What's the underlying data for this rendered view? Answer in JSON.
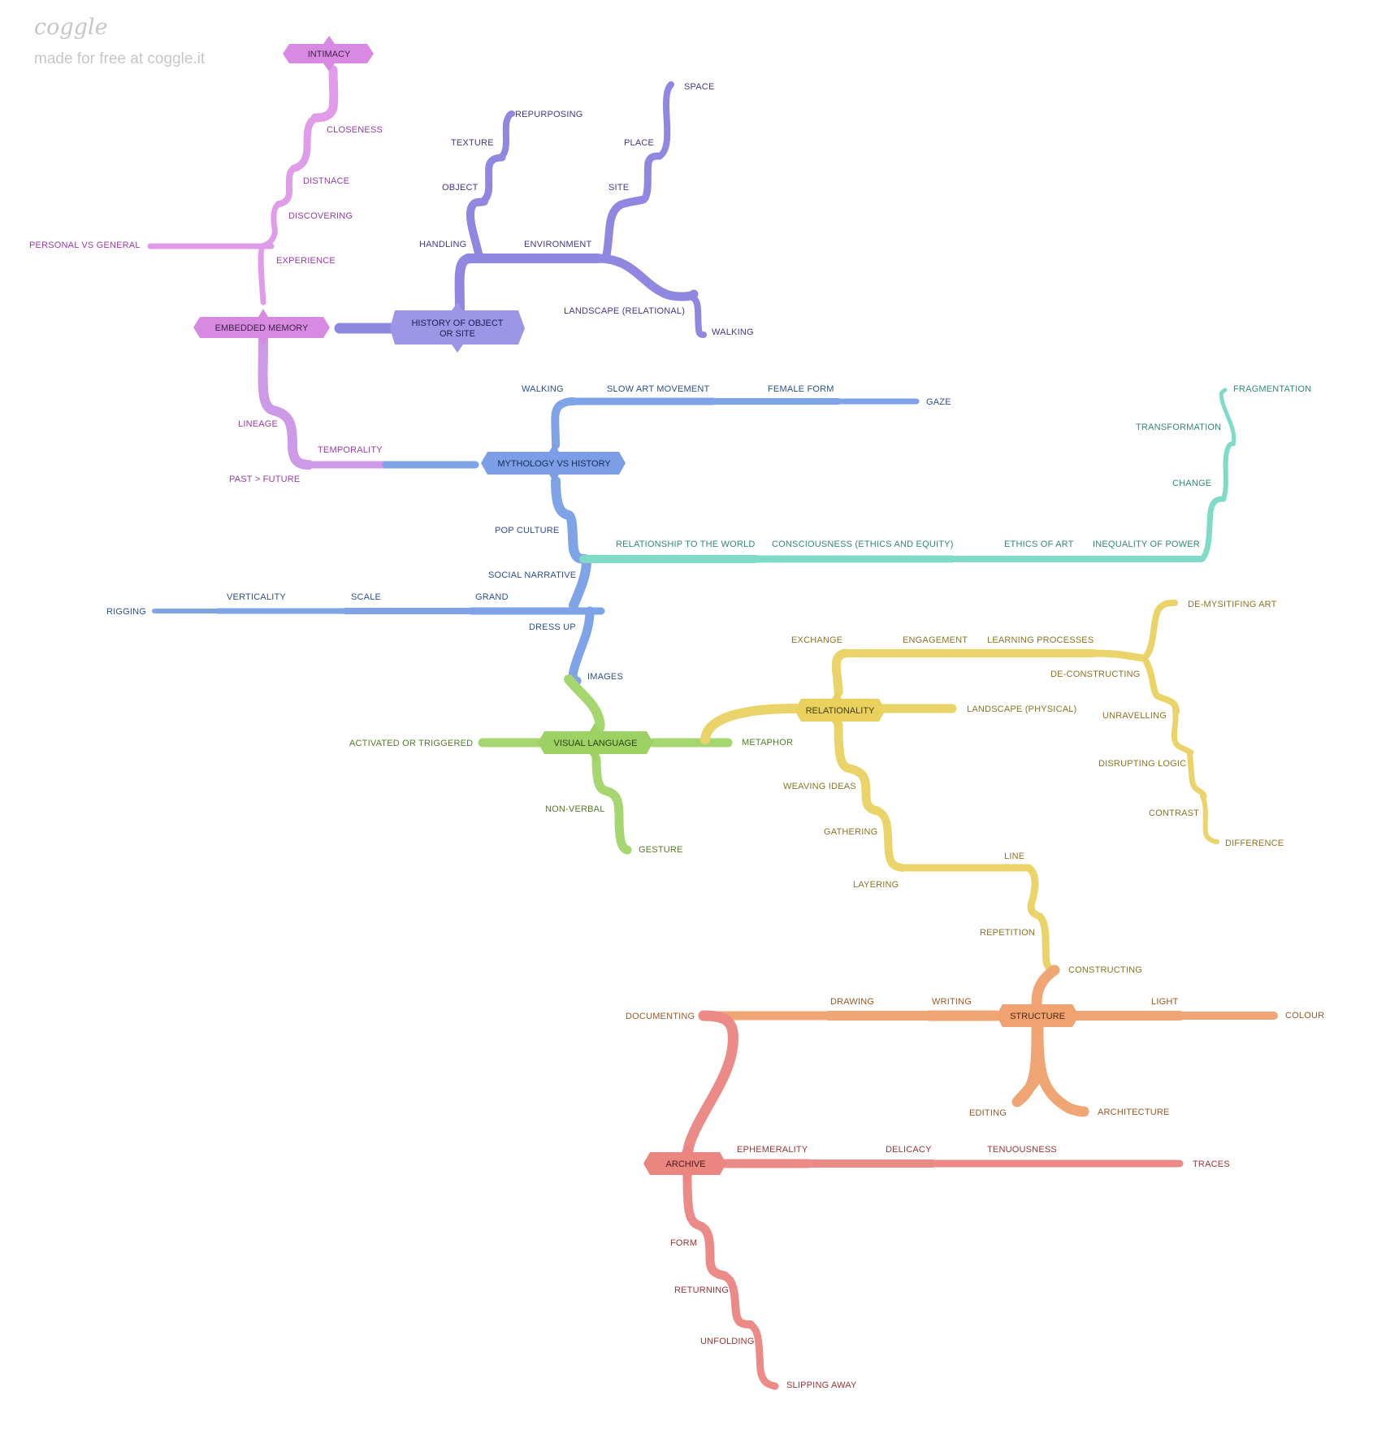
{
  "brand": {
    "name": "coggle",
    "tagline": "made for free at coggle.it"
  },
  "colors": {
    "pink": "#e09ce8",
    "pinkDark": "#d88ae2",
    "pinkText": "#9a3aa8",
    "lilac": "#cc9ae6",
    "purple": "#8f87e0",
    "purpleNode": "#9d96e6",
    "purpleText": "#3f3a8a",
    "blue": "#7ea3e6",
    "blueNode": "#7b9ee6",
    "blueText": "#2d4f8f",
    "teal": "#7fdac8",
    "tealText": "#2f8a74",
    "green": "#a6d670",
    "greenNode": "#9ed163",
    "greenText": "#557a2a",
    "yellow": "#ead46a",
    "yellowNode": "#ead05c",
    "yellowText": "#8a7422",
    "orange": "#f0a674",
    "orangeNode": "#f0a270",
    "orangeText": "#9a5824",
    "red": "#eb8a86",
    "redNode": "#ea8580",
    "redText": "#9a3434"
  },
  "nodes": {
    "intimacy": "INTIMACY",
    "embedded_memory": "EMBEDDED MEMORY",
    "history": [
      "HISTORY OF OBJECT",
      "OR SITE"
    ],
    "mythology": "MYTHOLOGY VS HISTORY",
    "visual_language": "VISUAL LANGUAGE",
    "relationality": "RELATIONALITY",
    "structure": "STRUCTURE",
    "archive": "ARCHIVE"
  },
  "labels": {
    "closeness": "CLOSENESS",
    "distnace": "DISTNACE",
    "discovering": "DISCOVERING",
    "personal": "PERSONAL VS GENERAL",
    "experience": "EXPERIENCE",
    "lineage": "LINEAGE",
    "temporality": "TEMPORALITY",
    "past_future": "PAST > FUTURE",
    "repurposing": "REPURPOSING",
    "texture": "TEXTURE",
    "object": "OBJECT",
    "handling": "HANDLING",
    "environment": "ENVIRONMENT",
    "space": "SPACE",
    "place": "PLACE",
    "site": "SITE",
    "landscape_rel": "LANDSCAPE (RELATIONAL)",
    "walking1": "WALKING",
    "walking2": "WALKING",
    "slow_art": "SLOW ART MOVEMENT",
    "female_form": "FEMALE FORM",
    "gaze": "GAZE",
    "pop_culture": "POP CULTURE",
    "rel_world": "RELATIONSHIP TO THE WORLD",
    "consciousness": "CONSCIOUSNESS (ETHICS AND EQUITY)",
    "ethics_art": "ETHICS OF ART",
    "inequality": "INEQUALITY OF POWER",
    "fragmentation": "FRAGMENTATION",
    "transformation": "TRANSFORMATION",
    "change": "CHANGE",
    "social_narrative": "SOCIAL NARRATIVE",
    "rigging": "RIGGING",
    "verticality": "VERTICALITY",
    "scale": "SCALE",
    "grand": "GRAND",
    "dress_up": "DRESS UP",
    "images": "IMAGES",
    "activated": "ACTIVATED OR TRIGGERED",
    "metaphor": "METAPHOR",
    "non_verbal": "NON-VERBAL",
    "gesture": "GESTURE",
    "exchange": "EXCHANGE",
    "engagement": "ENGAGEMENT",
    "learning": "LEARNING PROCESSES",
    "demystifing": "DE-MYSITIFING ART",
    "deconstructing": "DE-CONSTRUCTING",
    "unravelling": "UNRAVELLING",
    "disrupting": "DISRUPTING LOGIC",
    "contrast": "CONTRAST",
    "difference": "DIFFERENCE",
    "landscape_phys": "LANDSCAPE (PHYSICAL)",
    "weaving": "WEAVING IDEAS",
    "gathering": "GATHERING",
    "layering": "LAYERING",
    "line": "LINE",
    "repetition": "REPETITION",
    "constructing": "CONSTRUCTING",
    "documenting": "DOCUMENTING",
    "drawing": "DRAWING",
    "writing": "WRITING",
    "light": "LIGHT",
    "colour": "COLOUR",
    "editing": "EDITING",
    "architecture": "ARCHITECTURE",
    "ephemerality": "EPHEMERALITY",
    "delicacy": "DELICACY",
    "tenuousness": "TENUOUSNESS",
    "traces": "TRACES",
    "form": "FORM",
    "returning": "RETURNING",
    "unfolding": "UNFOLDING",
    "slipping_away": "SLIPPING AWAY"
  }
}
